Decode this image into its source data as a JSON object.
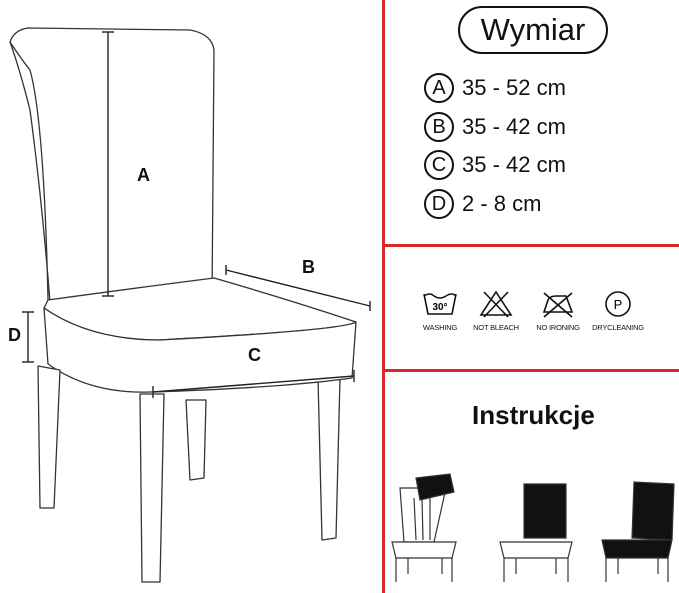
{
  "title": "Wymiar",
  "dimensions": [
    {
      "letter": "A",
      "value": "35 - 52 cm"
    },
    {
      "letter": "B",
      "value": "35 - 42 cm"
    },
    {
      "letter": "C",
      "value": "35 - 42 cm"
    },
    {
      "letter": "D",
      "value": "2 - 8 cm"
    }
  ],
  "care": [
    {
      "icon": "wash-30-icon",
      "symbol_text": "30°",
      "label": "WASHING"
    },
    {
      "icon": "no-bleach-icon",
      "label": "NOT BLEACH"
    },
    {
      "icon": "no-ironing-icon",
      "label": "NO IRONING"
    },
    {
      "icon": "dry-cleaning-icon",
      "symbol_text": "P",
      "label": "DRYCLEANING"
    }
  ],
  "instructions_title": "Instrukcje",
  "chair_labels": {
    "a": "A",
    "b": "B",
    "c": "C",
    "d": "D"
  },
  "colors": {
    "divider": "#d9262b",
    "ink": "#111111"
  }
}
